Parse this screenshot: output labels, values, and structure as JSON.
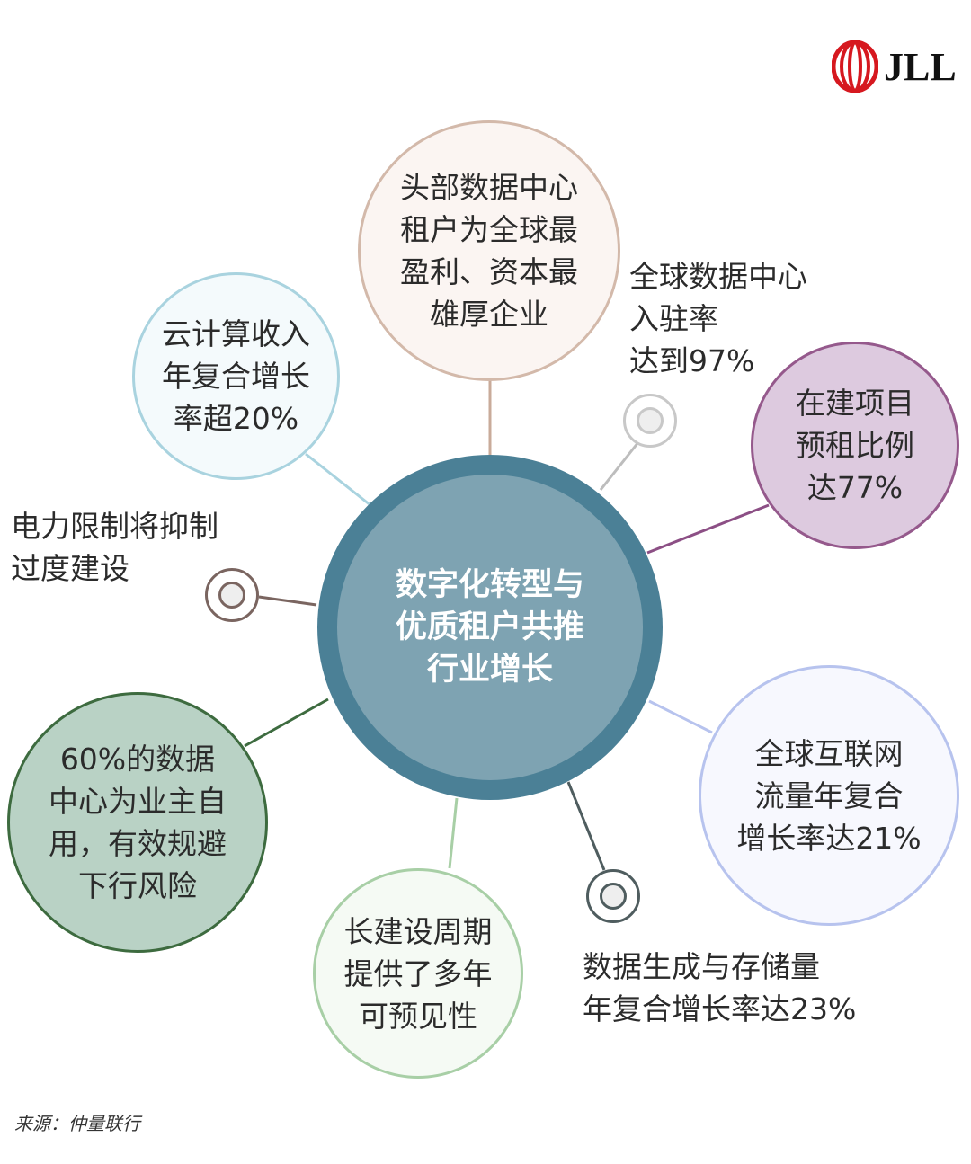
{
  "brand": "JLL",
  "center": {
    "lines": [
      "数字化转型与",
      "优质租户共推",
      "行业增长"
    ]
  },
  "nodes": {
    "top": [
      "头部数据中心",
      "租户为全球最",
      "盈利、资本最",
      "雄厚企业"
    ],
    "cloud": [
      "云计算收入",
      "年复合增长",
      "率超20%"
    ],
    "occupancy": [
      "全球数据中心",
      "入驻率",
      "达到97%"
    ],
    "prelease": [
      "在建项目",
      "预租比例",
      "达77%"
    ],
    "power": [
      "电力限制将抑制",
      "过度建设"
    ],
    "traffic": [
      "全球互联网",
      "流量年复合",
      "增长率达21%"
    ],
    "owner": [
      "60%的数据",
      "中心为业主自",
      "用，有效规避",
      "下行风险"
    ],
    "cycle": [
      "长建设周期",
      "提供了多年",
      "可预见性"
    ],
    "storage": [
      "数据生成与存储量",
      "年复合增长率达23%"
    ]
  },
  "source": "来源：仲量联行",
  "colors": {
    "center_outer": "#4b8096",
    "center_inner": "#7ea3b2"
  }
}
